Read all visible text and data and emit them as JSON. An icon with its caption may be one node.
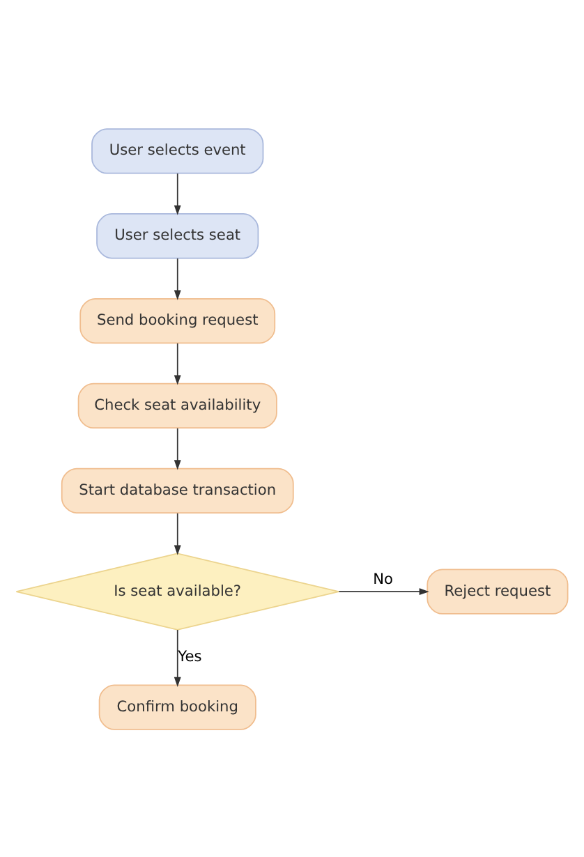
{
  "diagram": {
    "nodes": [
      {
        "text": [
          "User selects event"
        ]
      },
      {
        "text": [
          "User selects seat"
        ]
      },
      {
        "text": [
          "Send booking request"
        ]
      },
      {
        "text": [
          "Check seat availability"
        ]
      },
      {
        "text": [
          "Start database transaction"
        ]
      },
      {
        "text": [
          "Is seat available?"
        ]
      },
      {
        "text": [
          "Reject request"
        ]
      },
      {
        "text": [
          "Confirm booking"
        ]
      }
    ],
    "edges": [
      {
        "from": 0,
        "to": 1,
        "arrow": "to"
      },
      {
        "from": 1,
        "to": 2,
        "arrow": "to"
      },
      {
        "from": 2,
        "to": 3,
        "arrow": "to"
      },
      {
        "from": 3,
        "to": 4,
        "arrow": "to"
      },
      {
        "from": 4,
        "to": 5,
        "arrow": "to"
      },
      {
        "from": 5,
        "to": 6,
        "arrow": "to",
        "label": "No"
      },
      {
        "from": 5,
        "to": 7,
        "arrow": "to",
        "label": "Yes"
      }
    ]
  }
}
